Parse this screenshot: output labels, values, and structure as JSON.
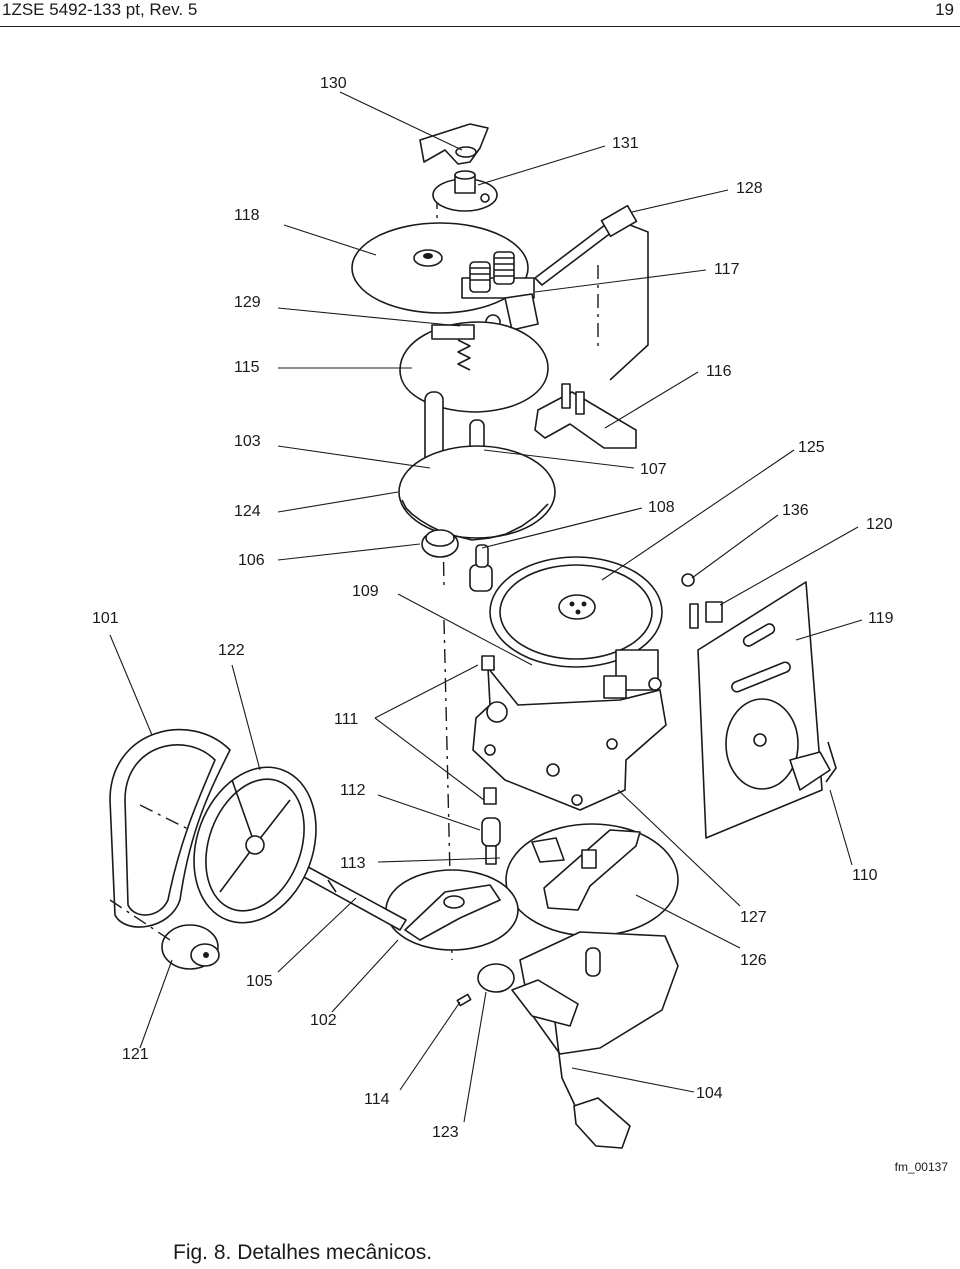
{
  "header": {
    "doc_ref": "1ZSE 5492-133 pt, Rev. 5",
    "page_number": "19"
  },
  "figure": {
    "file_ref": "fm_00137",
    "caption": "Fig. 8. Detalhes mecânicos.",
    "labels": [
      "130",
      "131",
      "128",
      "118",
      "117",
      "129",
      "115",
      "116",
      "103",
      "125",
      "107",
      "124",
      "108",
      "136",
      "120",
      "106",
      "109",
      "101",
      "119",
      "122",
      "111",
      "112",
      "113",
      "110",
      "127",
      "126",
      "105",
      "102",
      "121",
      "114",
      "104",
      "123"
    ]
  }
}
